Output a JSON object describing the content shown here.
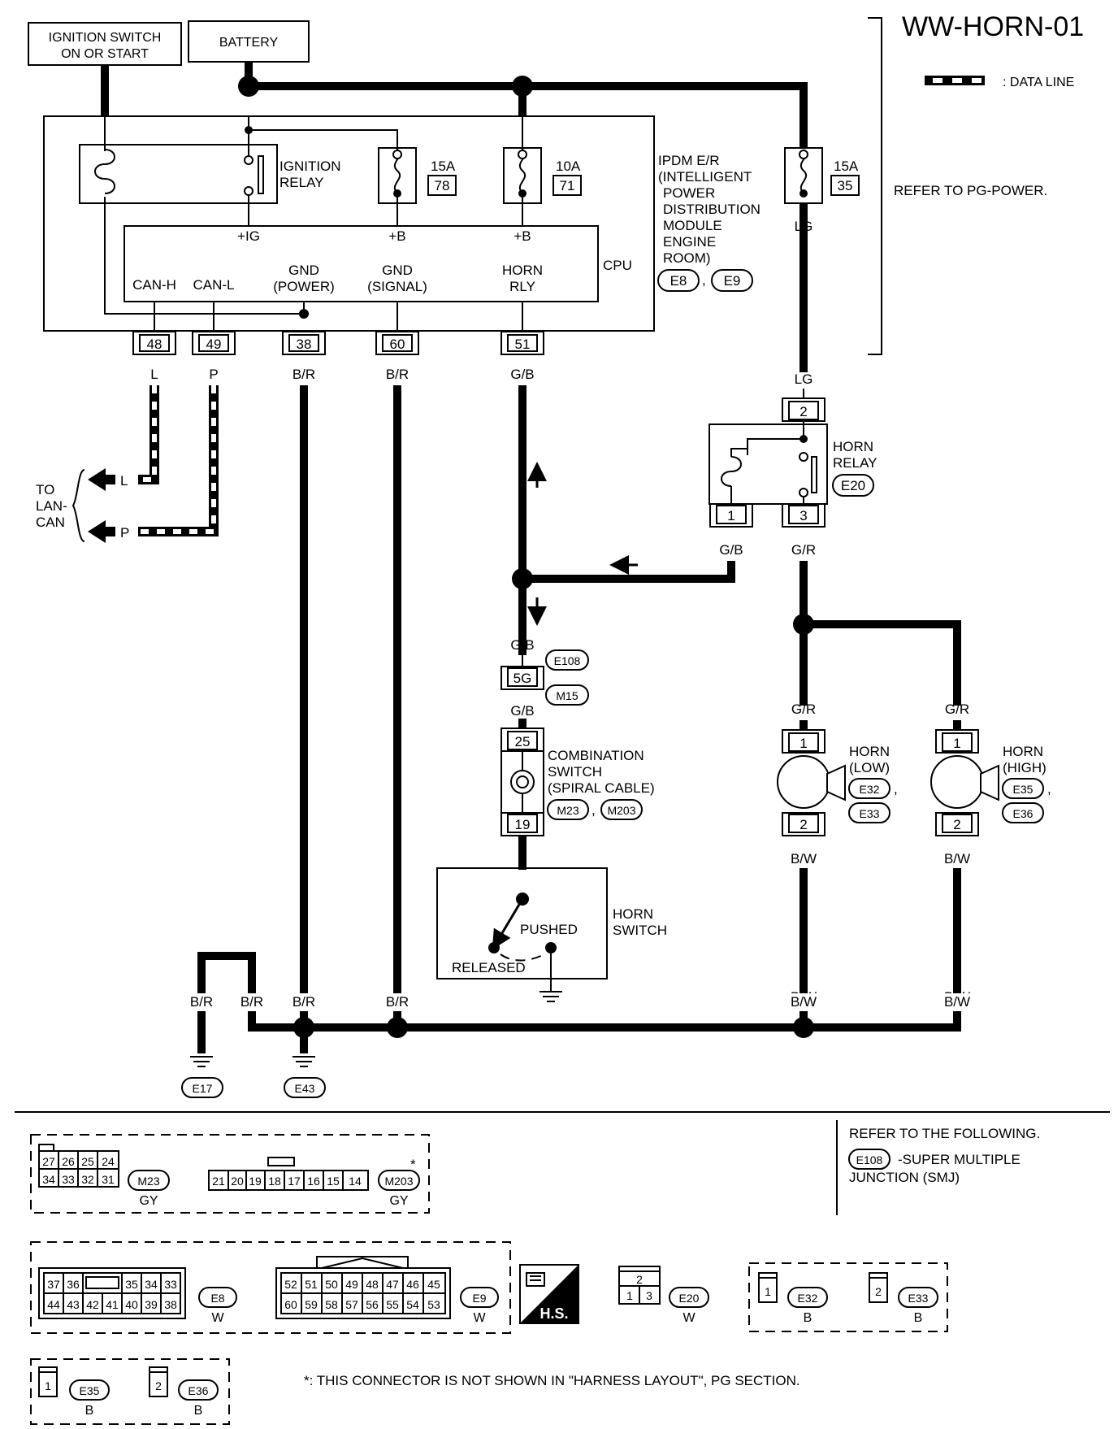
{
  "page_id": "WW-HORN-01",
  "legend": {
    "data_line": ": DATA LINE"
  },
  "sources": {
    "ignition": [
      "IGNITION SWITCH",
      "ON OR START"
    ],
    "battery": "BATTERY"
  },
  "ipdm": {
    "ignition_relay": [
      "IGNITION",
      "RELAY"
    ],
    "fuses": [
      {
        "amp": "15A",
        "num": "78"
      },
      {
        "amp": "10A",
        "num": "71"
      },
      {
        "amp": "15A",
        "num": "35"
      }
    ],
    "label": [
      "IPDM E/R",
      "(INTELLIGENT",
      "POWER",
      "DISTRIBUTION",
      "MODULE",
      "ENGINE",
      "ROOM)"
    ],
    "connectors": [
      "E8",
      "E9"
    ],
    "cpu": "CPU",
    "cpu_inputs": [
      "+IG",
      "+B",
      "+B"
    ],
    "cpu_pins": [
      {
        "top": "",
        "bot": "CAN-H"
      },
      {
        "top": "",
        "bot": "CAN-L"
      },
      {
        "top": "GND",
        "bot": "(POWER)"
      },
      {
        "top": "GND",
        "bot": "(SIGNAL)"
      },
      {
        "top": "HORN",
        "bot": "RLY"
      }
    ],
    "terminals": [
      "48",
      "49",
      "38",
      "60",
      "51"
    ],
    "wire_colors": [
      "L",
      "P",
      "B/R",
      "B/R",
      "G/B"
    ]
  },
  "refer_pg": "REFER TO PG-POWER.",
  "to_lan": {
    "label": [
      "TO",
      "LAN-",
      "CAN"
    ],
    "l": "L",
    "p": "P"
  },
  "horn_relay": {
    "label": [
      "HORN",
      "RELAY"
    ],
    "conn": "E20",
    "pin_top": "2",
    "pin1": "1",
    "pin3": "3",
    "lg_top": "LG",
    "lg_bottom": "LG",
    "w1": "G/B",
    "w3": "G/R"
  },
  "smj": {
    "wire_top": "G/B",
    "pin": "5G",
    "wire_bot": "G/B",
    "conn_top": "E108",
    "conn_bot": "M15"
  },
  "combo_switch": {
    "label": [
      "COMBINATION",
      "SWITCH",
      "(SPIRAL CABLE)"
    ],
    "pin_top": "25",
    "pin_bot": "19",
    "conns": [
      "M23",
      "M203"
    ]
  },
  "horn_switch": {
    "label": [
      "HORN",
      "SWITCH"
    ],
    "pushed": "PUSHED",
    "released": "RELEASED"
  },
  "horns": [
    {
      "label": [
        "HORN",
        "(LOW)"
      ],
      "conns": [
        "E32",
        "E33"
      ],
      "pin_top": "1",
      "pin_bot": "2",
      "w_top": "G/R",
      "w_bot": "B/W",
      "w_gnd": "B/W"
    },
    {
      "label": [
        "HORN",
        "(HIGH)"
      ],
      "conns": [
        "E35",
        "E36"
      ],
      "pin_top": "1",
      "pin_bot": "2",
      "w_top": "G/R",
      "w_bot": "B/W",
      "w_gnd": "B/W"
    }
  ],
  "ground": {
    "labels": [
      "B/R",
      "B/R",
      "B/R",
      "B/R"
    ],
    "grounds": [
      "E17",
      "E43"
    ]
  },
  "refer_following": {
    "title": "REFER TO THE FOLLOWING.",
    "conn": "E108",
    "text1": "-SUPER MULTIPLE",
    "text2": "JUNCTION (SMJ)"
  },
  "connector_views": {
    "m23": {
      "row1": [
        "27",
        "26",
        "25",
        "24"
      ],
      "row2": [
        "34",
        "33",
        "32",
        "31"
      ],
      "name": "M23",
      "color": "GY"
    },
    "m203": {
      "row1": [
        "21",
        "20",
        "19",
        "18",
        "17",
        "16",
        "15",
        "14"
      ],
      "name": "M203",
      "color": "GY",
      "star": "*"
    },
    "e8": {
      "row1": [
        "37",
        "36",
        "",
        "35",
        "34",
        "33"
      ],
      "row2": [
        "44",
        "43",
        "42",
        "41",
        "40",
        "39",
        "38"
      ],
      "name": "E8",
      "color": "W"
    },
    "e9": {
      "row1": [
        "52",
        "51",
        "50",
        "49",
        "48",
        "47",
        "46",
        "45"
      ],
      "row2": [
        "60",
        "59",
        "58",
        "57",
        "56",
        "55",
        "54",
        "53"
      ],
      "name": "E9",
      "color": "W"
    },
    "hs": "H.S.",
    "e20": {
      "top": "2",
      "left": "1",
      "right": "3",
      "name": "E20",
      "color": "W"
    },
    "e32": {
      "pin": "1",
      "name": "E32",
      "color": "B"
    },
    "e33": {
      "pin": "2",
      "name": "E33",
      "color": "B"
    },
    "e35": {
      "pin": "1",
      "name": "E35",
      "color": "B"
    },
    "e36": {
      "pin": "2",
      "name": "E36",
      "color": "B"
    }
  },
  "footnote": "*: THIS CONNECTOR IS NOT SHOWN IN \"HARNESS LAYOUT\", PG SECTION."
}
